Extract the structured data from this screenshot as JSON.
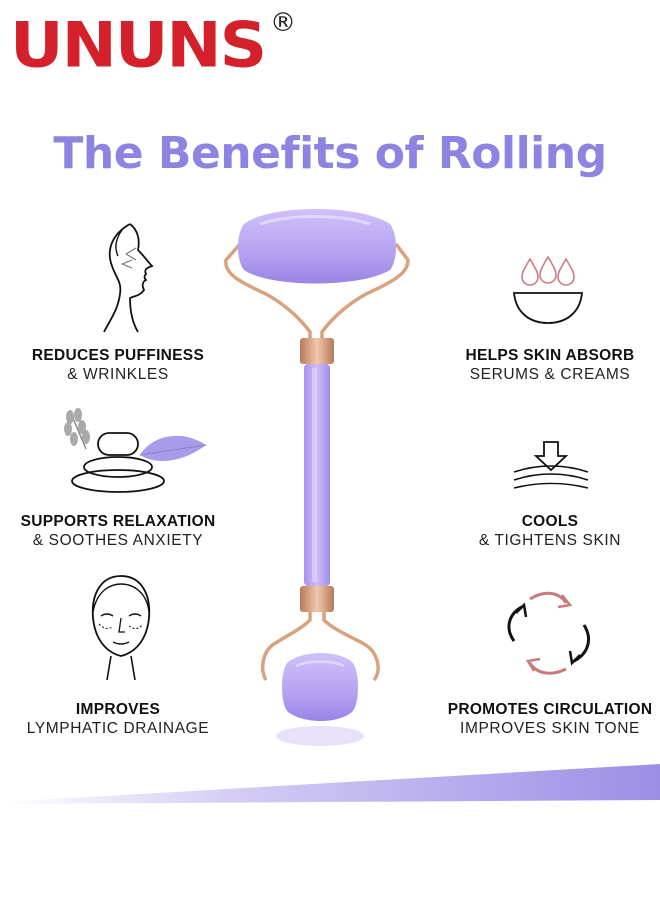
{
  "brand": {
    "name": "UNUNS",
    "registered": "®"
  },
  "title": "The Benefits of Rolling",
  "benefits": [
    {
      "line1": "REDUCES PUFFINESS",
      "line2": "& WRINKLES",
      "icon": "face-profile-icon"
    },
    {
      "line1": "HELPS SKIN ABSORB",
      "line2": "SERUMS & CREAMS",
      "icon": "serum-drops-icon"
    },
    {
      "line1": "SUPPORTS RELAXATION",
      "line2": "& SOOTHES ANXIETY",
      "icon": "spa-stones-icon"
    },
    {
      "line1": "COOLS",
      "line2": "& TIGHTENS SKIN",
      "icon": "tightening-icon"
    },
    {
      "line1": "IMPROVES",
      "line2": "LYMPHATIC DRAINAGE",
      "icon": "face-drainage-icon"
    },
    {
      "line1": "PROMOTES CIRCULATION",
      "line2": "IMPROVES SKIN TONE",
      "icon": "circulation-arrows-icon"
    }
  ],
  "colors": {
    "brand": "#d3202b",
    "title": "#8d83e0",
    "roller": "#b7a4f0",
    "frame": "#d9a27f"
  }
}
